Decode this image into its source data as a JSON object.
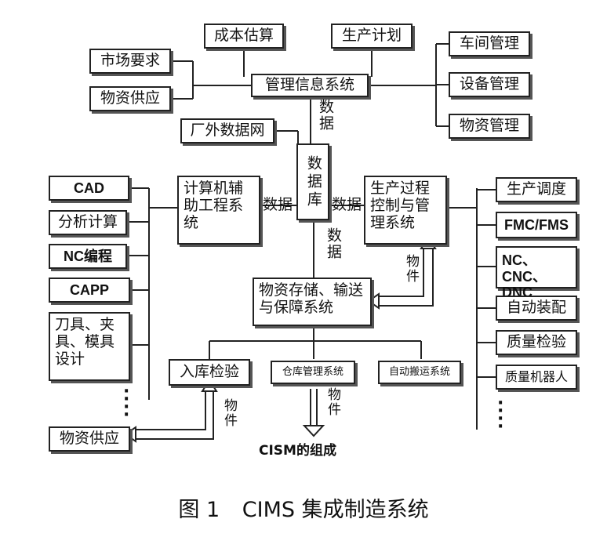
{
  "top_row": {
    "cost_estimate": "成本估算",
    "production_plan": "生产计划"
  },
  "left_top": {
    "market_demand": "市场要求",
    "material_supply": "物资供应"
  },
  "mis": "管理信息系统",
  "right_top": {
    "workshop_mgmt": "车间管理",
    "equipment_mgmt": "设备管理",
    "material_mgmt": "物资管理"
  },
  "factory_data_net": "厂外数据网",
  "database": "数据库",
  "labels": {
    "data": "数据",
    "material": "物件"
  },
  "cae": "计算机辅助工程系统",
  "process_control": "生产过程控制与管理系统",
  "left_list": {
    "cad": "CAD",
    "analysis": "分析计算",
    "nc_prog": "NC编程",
    "capp": "CAPP",
    "tooling": "刀具、夹具、模具设计"
  },
  "right_list": {
    "scheduling": "生产调度",
    "fmc_fms": "FMC/FMS",
    "nc_cnc_dnc": "NC、CNC、DNC",
    "assembly": "自动装配",
    "inspection": "质量检验",
    "robot": "质量机器人"
  },
  "storage_system": "物资存储、输送与保障系统",
  "bottom_row": {
    "inbound_inspection": "入库检验",
    "warehouse_mgmt": "仓库管理系统",
    "auto_transport": "自动搬运系统"
  },
  "bottom_supply": "物资供应",
  "cism_label": "CISM的组成",
  "caption": {
    "figure": "图 1",
    "title": "CIMS 集成制造系统"
  }
}
